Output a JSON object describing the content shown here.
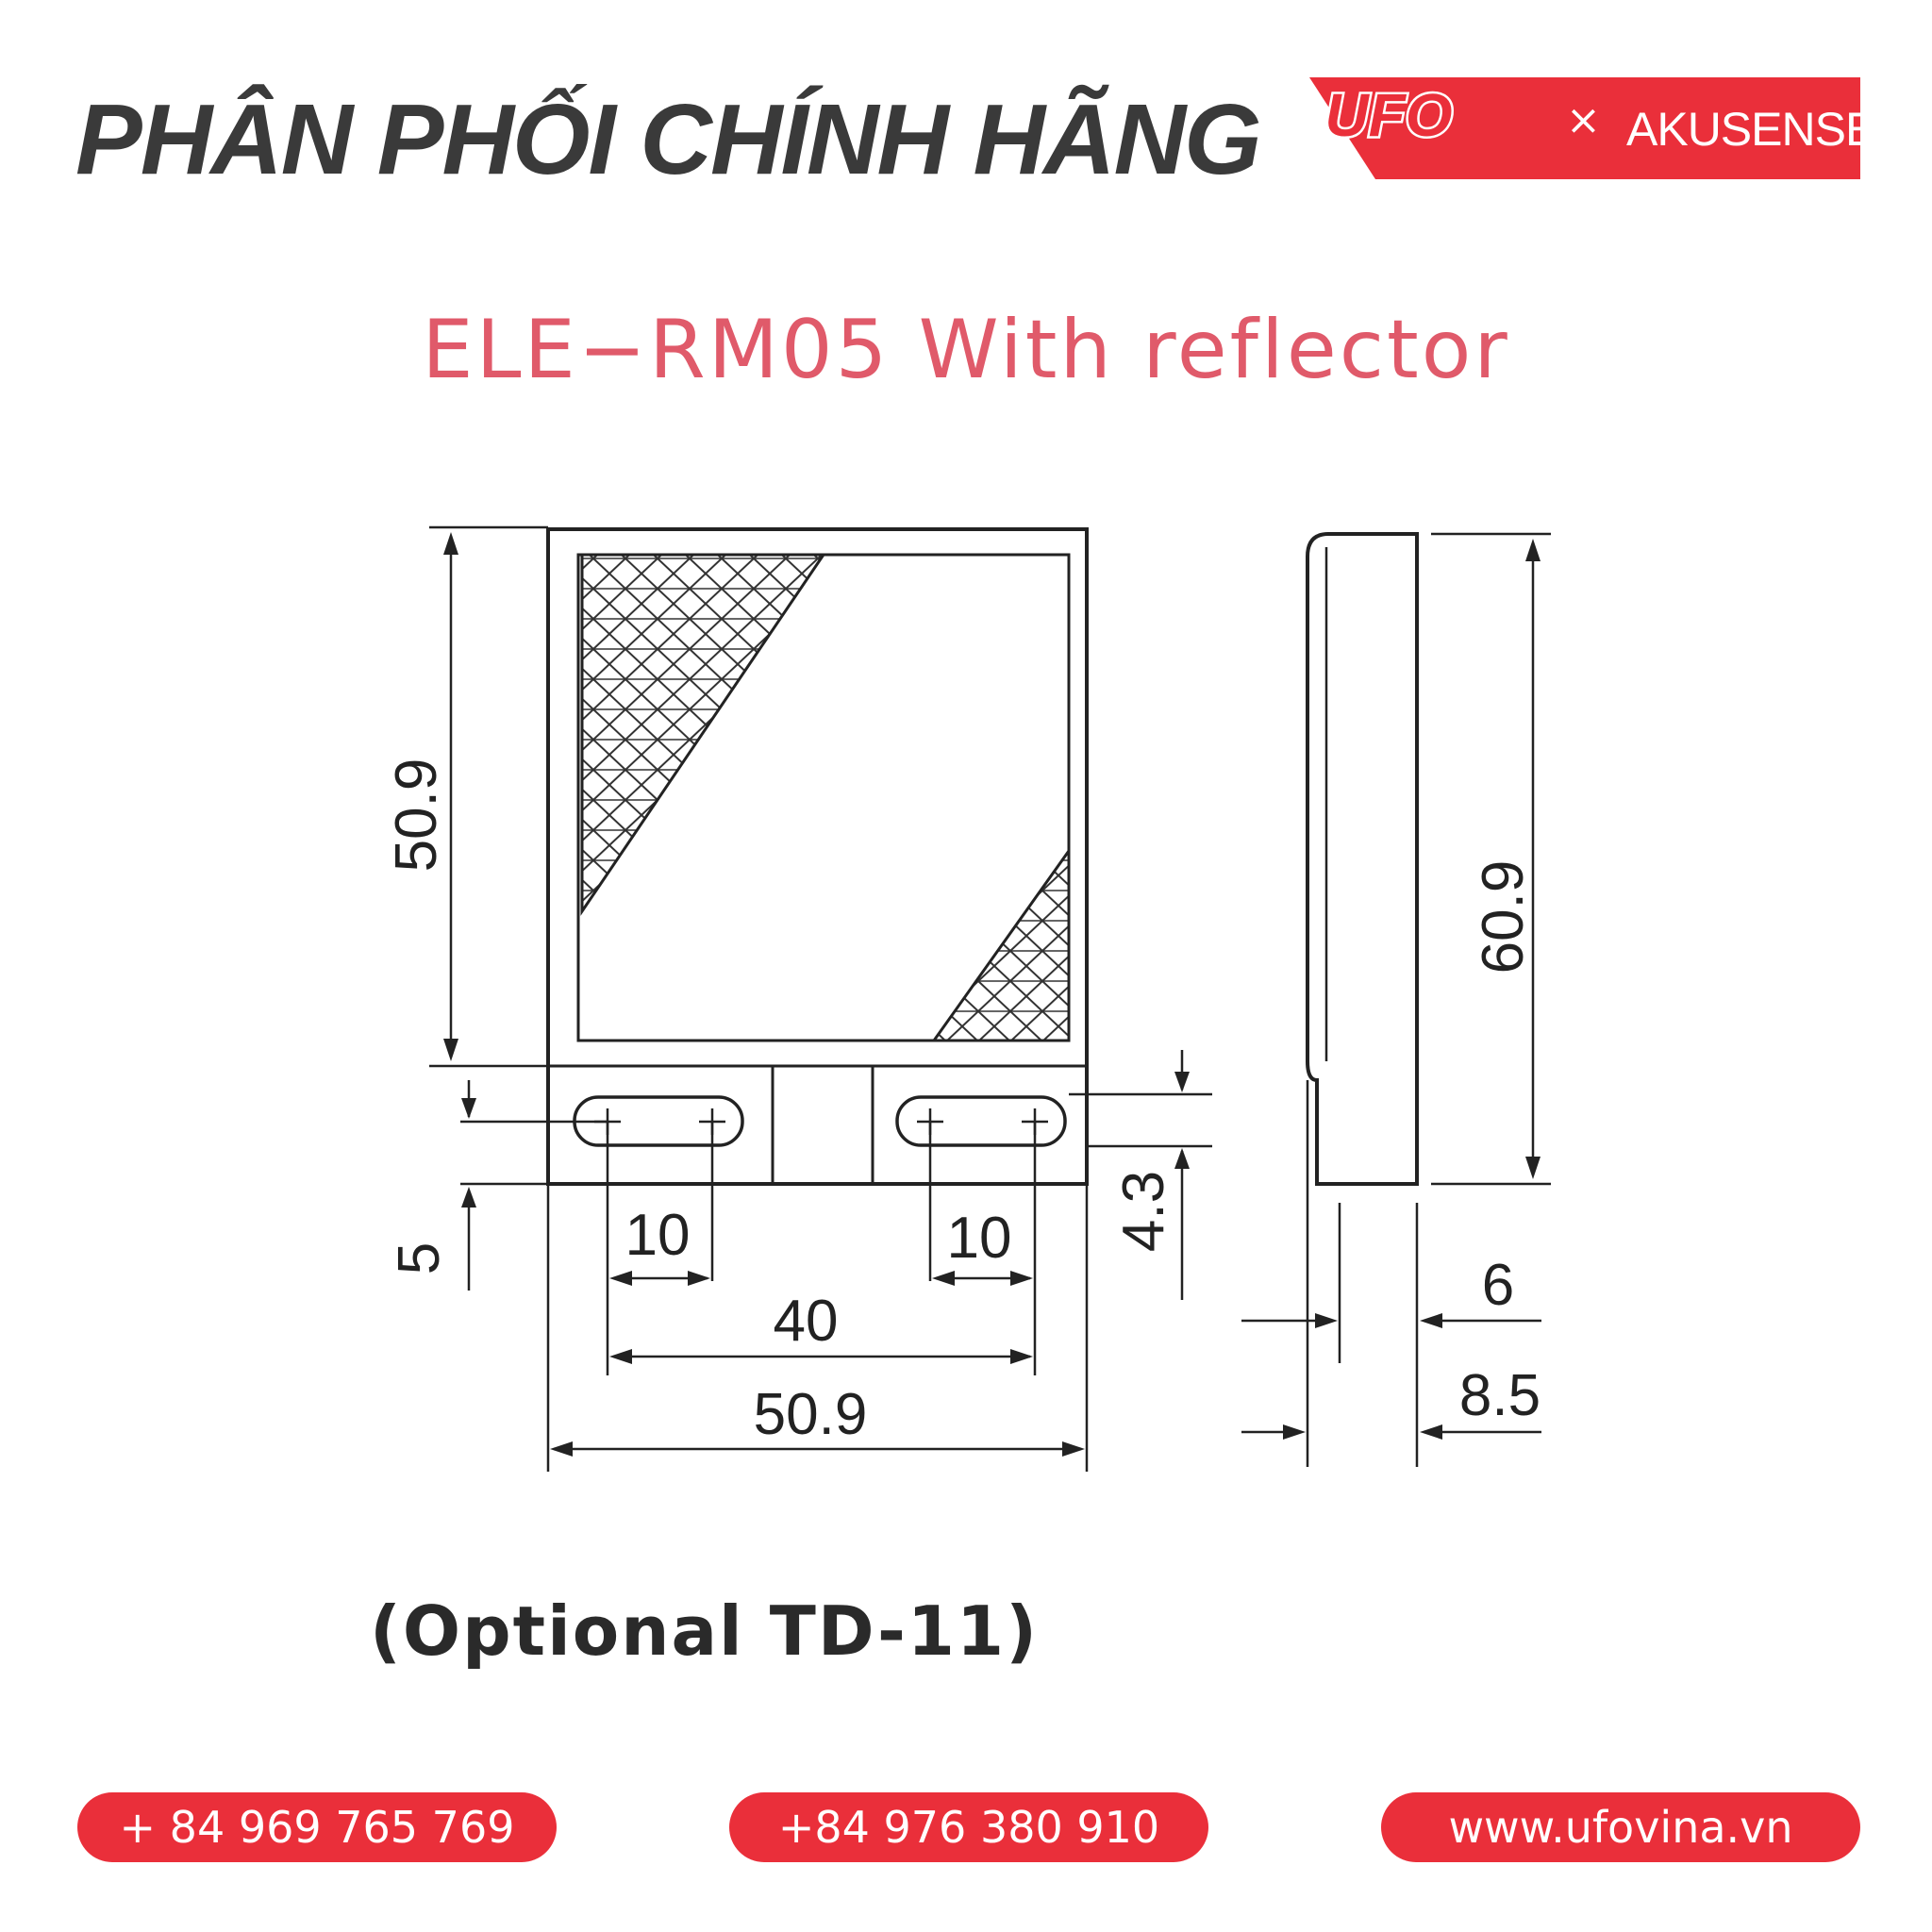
{
  "header": {
    "headline": "PHÂN PHỐI CHÍNH HÃNG",
    "brand_logo_text": "UFO",
    "brand_separator": "×",
    "brand_partner": "AKUSENSE",
    "accent_color": "#ea2f3a"
  },
  "diagram": {
    "title": "ELE−RM05 With reflector",
    "dimensions": {
      "front_height": "50.9",
      "front_width": "50.9",
      "hole_pitch": "40",
      "slot_left_length": "10",
      "slot_right_length": "10",
      "slot_offset_left": "5",
      "slot_offset_right": "4.3",
      "side_height": "60.9",
      "side_depth_body": "6",
      "side_depth_total": "8.5"
    },
    "note": "(Optional TD-11)"
  },
  "footer": {
    "phone_1": "+ 84 969 765 769",
    "phone_2": "+84 976 380 910",
    "website": "www.ufovina.vn"
  }
}
